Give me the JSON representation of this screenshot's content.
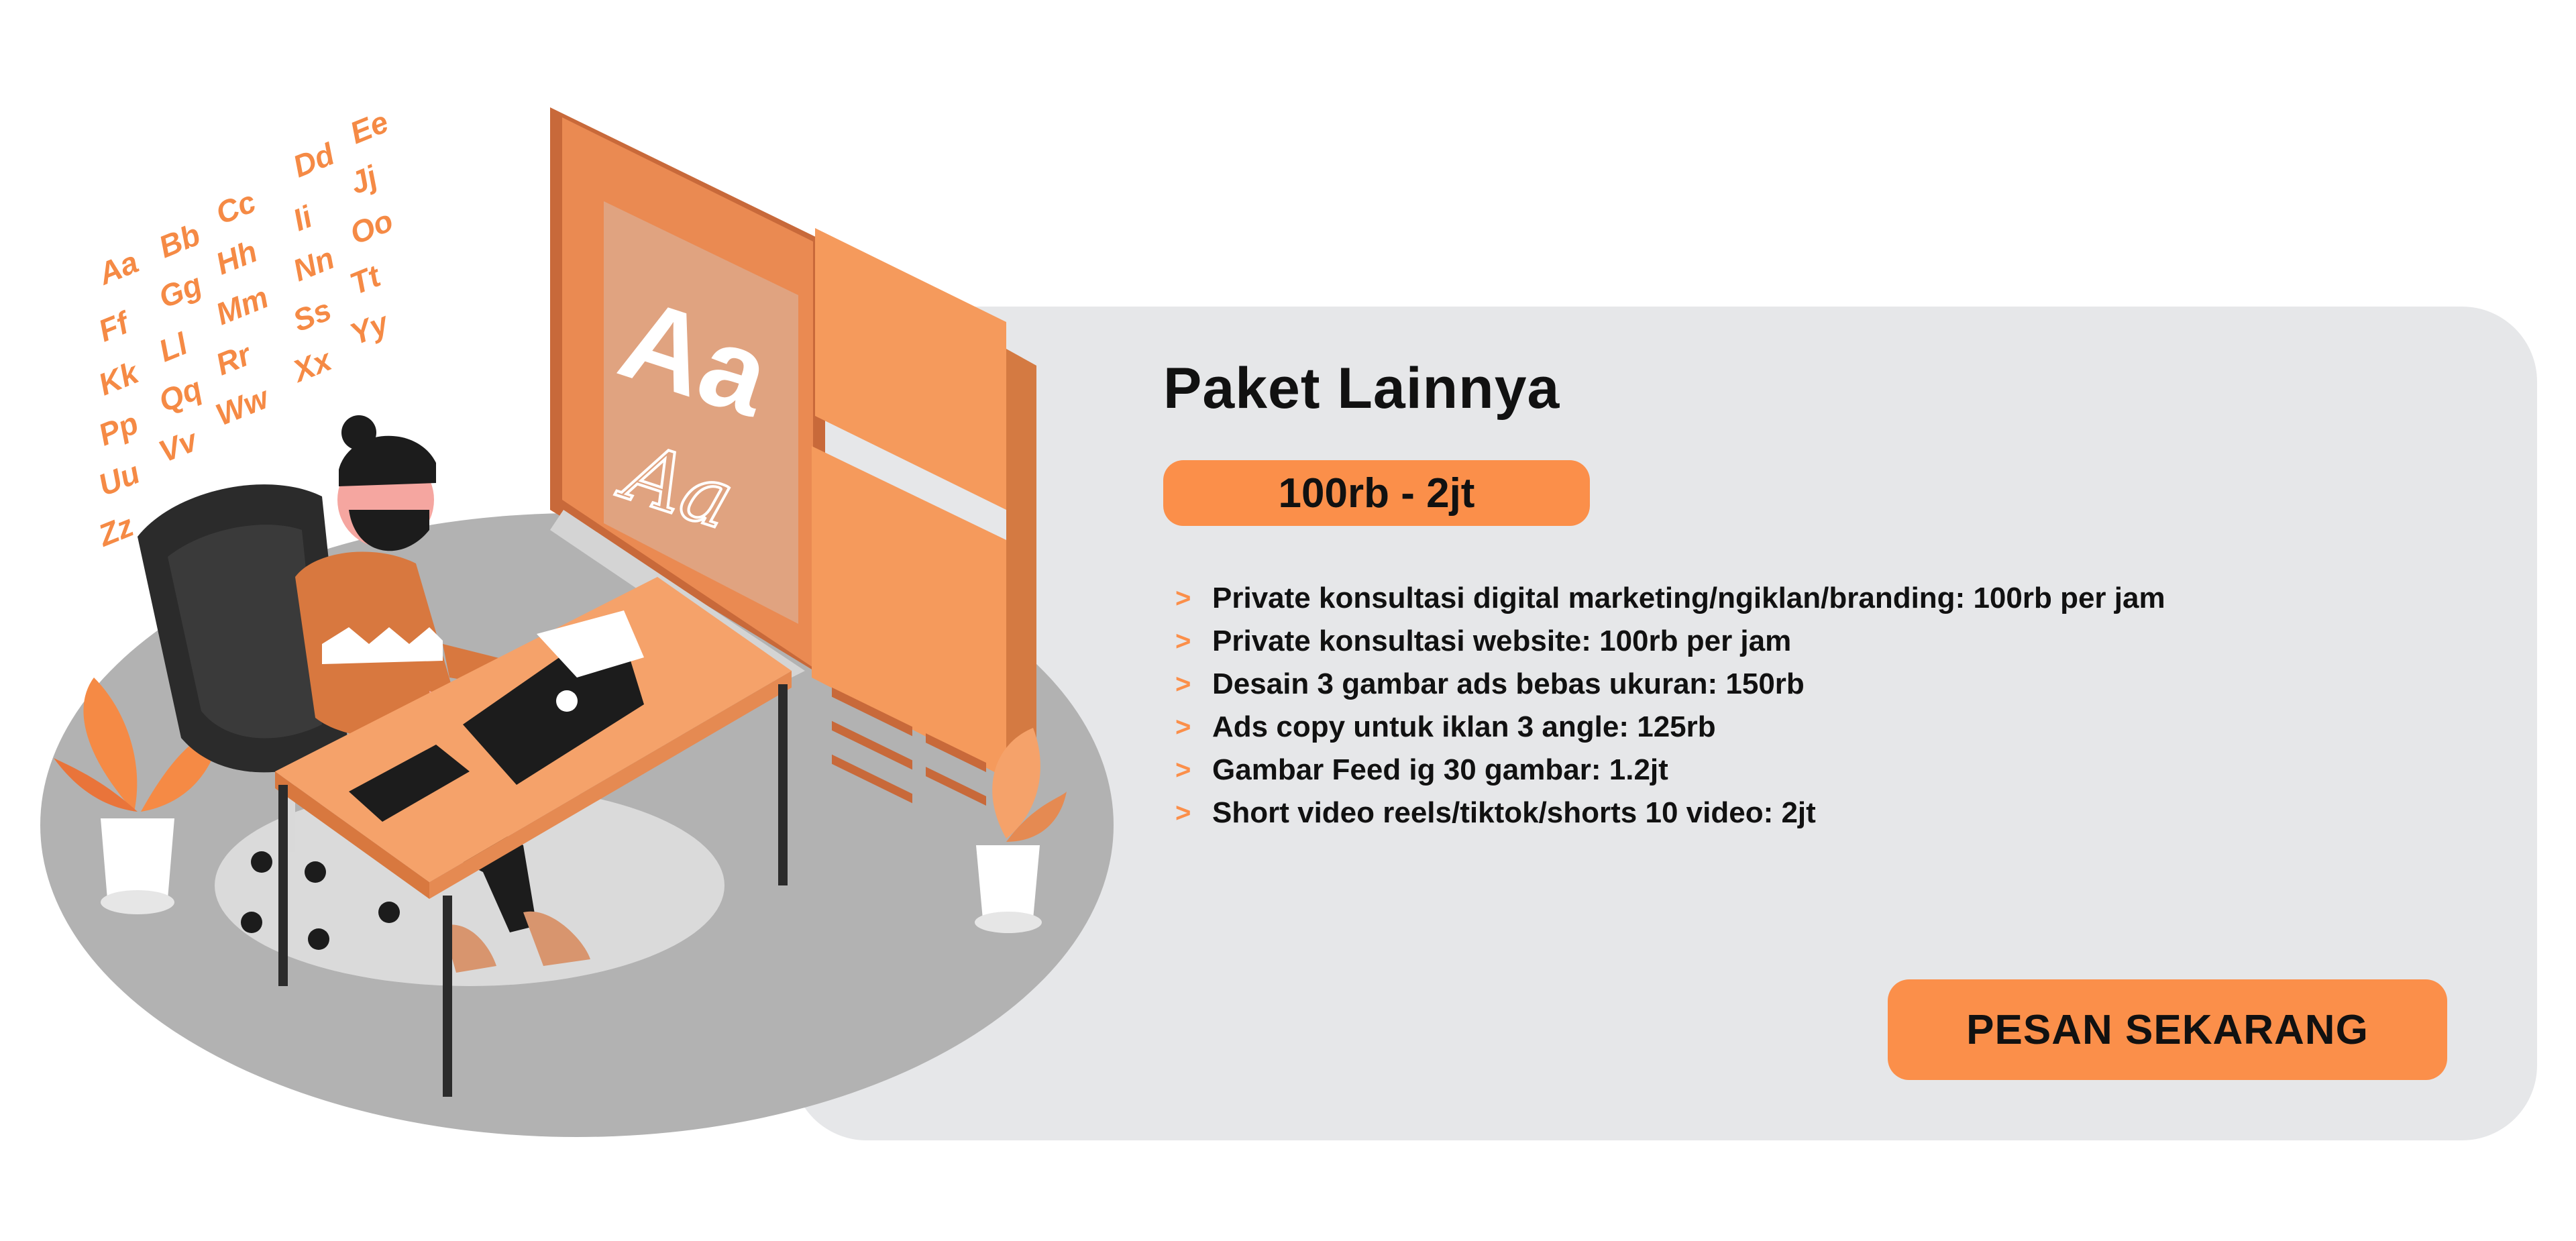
{
  "colors": {
    "accent": "#fb8f4a",
    "panel": "#e6e7e9",
    "text": "#111111"
  },
  "illustration": {
    "icon": "designer-at-desk-illustration",
    "alphabet": [
      "Aa",
      "Bb",
      "Cc",
      "Dd",
      "Ee",
      "Ff",
      "Gg",
      "Hh",
      "Ii",
      "Jj",
      "Kk",
      "Ll",
      "Mm",
      "Nn",
      "Oo",
      "Pp",
      "Qq",
      "Rr",
      "Ss",
      "Tt",
      "Uu",
      "Vv",
      "Ww",
      "Xx",
      "Yy",
      "Zz"
    ],
    "screen_big_letters": "Aa",
    "screen_script_letters": "Aa"
  },
  "package": {
    "title": "Paket Lainnya",
    "price_range": "100rb - 2jt",
    "bullet_icon": "chevron-right-icon",
    "bullet_glyph": ">",
    "features": [
      "Private konsultasi digital marketing/ngiklan/branding: 100rb per jam",
      "Private konsultasi website: 100rb per jam",
      "Desain 3 gambar ads bebas ukuran: 150rb",
      "Ads copy untuk iklan 3 angle: 125rb",
      "Gambar Feed ig 30 gambar: 1.2jt",
      "Short video reels/tiktok/shorts 10 video: 2jt"
    ],
    "cta_label": "PESAN SEKARANG"
  }
}
